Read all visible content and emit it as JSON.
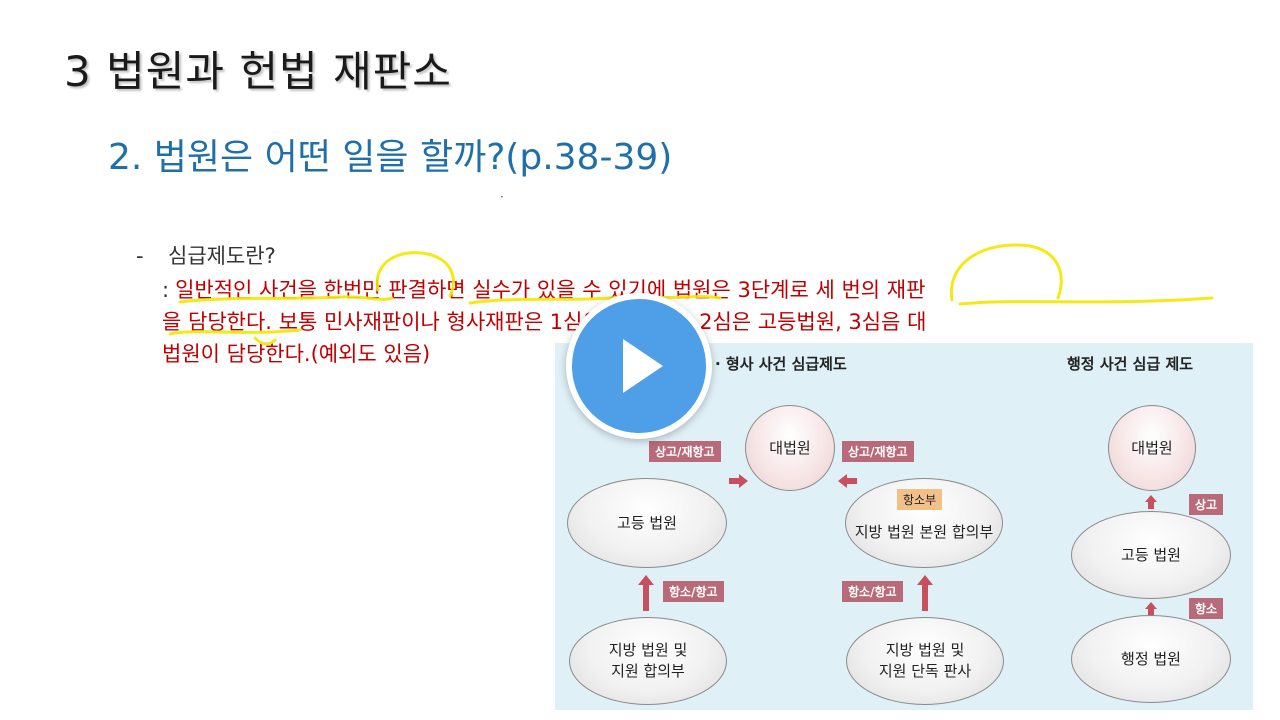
{
  "slide": {
    "title": "3 법원과 헌법 재판소",
    "subtitle": "2. 법원은 어떤 일을 할까?(p.38-39)",
    "dot": "·",
    "bullet_dash": "-",
    "bullet": "심급제도란?",
    "desc_colon": ":",
    "desc_line1": "일반적인 사건을 한번만 판결하면 실수가 있을 수 있기에 법원은 3단계로 세 번의 재판",
    "desc_line2": "을 담당한다. 보통 민사재판이나 형사재판은 1심은 지방법원, 2심은 고등법원, 3심음 대",
    "desc_line3": "법원이 담당한다.(예외도 있음)",
    "highlight_color": "#f5e600",
    "text_red": "#c00000",
    "accent_blue": "#1f6fa8"
  },
  "diagram": {
    "left_title": "· 형사 사건 심급제도",
    "right_title": "행정 사건 심급 제도",
    "nodes": {
      "supreme_left": "대법원",
      "high_left": "고등 법원",
      "district_panel_line1": "지방 법원 및",
      "district_panel_line2": "지원 합의부",
      "appeal_division_tag": "항소부",
      "district_main_panel": "지방 법원 본원 합의부",
      "district_single_line1": "지방 법원 및",
      "district_single_line2": "지원 단독 판사",
      "supreme_right": "대법원",
      "high_right": "고등 법원",
      "admin_court": "행정 법원"
    },
    "tags": {
      "appeal_left_top": "상고/재항고",
      "appeal_mid_top": "상고/재항고",
      "appeal_left_bottom": "항소/항고",
      "appeal_mid_bottom": "항소/항고",
      "right_upper": "상고",
      "right_lower": "항소"
    },
    "colors": {
      "background": "#dff0f7",
      "tag": "#b86a78",
      "tag_orange": "#f3c08a",
      "arrow": "#c8505e"
    }
  },
  "player": {
    "icon": "play-icon",
    "color": "#4e9ee8"
  }
}
